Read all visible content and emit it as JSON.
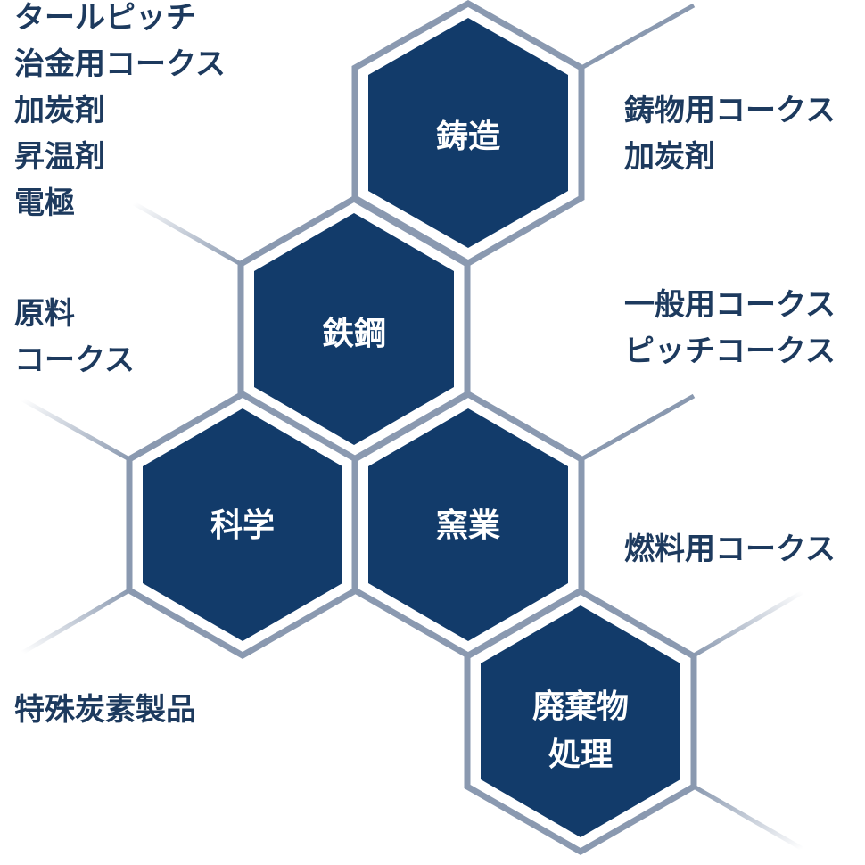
{
  "colors": {
    "hex_fill": "#123b6a",
    "hex_border": "#8a99b0",
    "hex_text": "#ffffff",
    "label_text": "#1d3a5e",
    "connector": "#8a99b0"
  },
  "hexagons": {
    "casting": {
      "lines": [
        "鋳造"
      ]
    },
    "steel": {
      "lines": [
        "鉄鋼"
      ]
    },
    "science": {
      "lines": [
        "科学"
      ]
    },
    "ceramics": {
      "lines": [
        "窯業"
      ]
    },
    "waste": {
      "lines": [
        "廃棄物",
        "処理"
      ]
    }
  },
  "labels": {
    "top_left": [
      "タールピッチ",
      "治金用コークス",
      "加炭剤",
      "昇温剤",
      "電極"
    ],
    "casting_right": [
      "鋳物用コークス",
      "加炭剤"
    ],
    "steel_left": [
      "原料",
      "コークス"
    ],
    "steel_right": [
      "一般用コークス",
      "ピッチコークス"
    ],
    "ceramics_right": [
      "燃料用コークス"
    ],
    "science_bottom": [
      "特殊炭素製品"
    ]
  }
}
